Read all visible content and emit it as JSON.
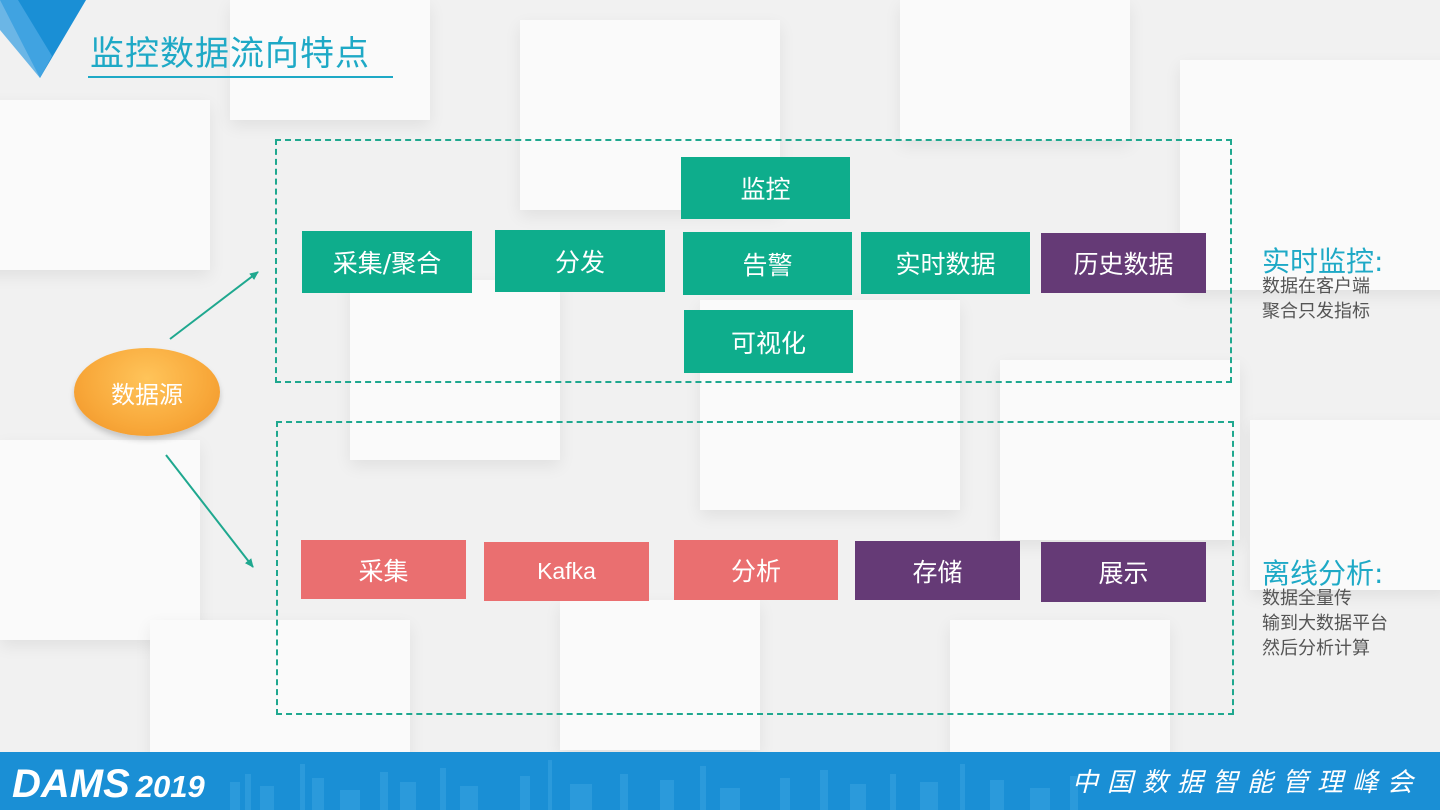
{
  "title": "监控数据流向特点",
  "source_node": "数据源",
  "realtime": {
    "nodes": {
      "collect": "采集/聚合",
      "distribute": "分发",
      "monitor": "监控",
      "alert": "告警",
      "visualize": "可视化",
      "realtime_data": "实时数据",
      "history_data": "历史数据"
    },
    "heading": "实时监控:",
    "desc": [
      "数据在客户端",
      "聚合只发指标"
    ]
  },
  "offline": {
    "nodes": {
      "collect": "采集",
      "kafka": "Kafka",
      "analyze": "分析",
      "store": "存储",
      "display": "展示"
    },
    "heading": "离线分析:",
    "desc": [
      "数据全量传",
      "输到大数据平台",
      "然后分析计算"
    ]
  },
  "footer": {
    "brand": "DAMS",
    "year": "2019",
    "slogan": "中国数据智能管理峰会"
  },
  "colors": {
    "teal": "#0ead8c",
    "purple": "#653a76",
    "salmon": "#ea6f70",
    "accent": "#1ea9c6",
    "footer": "#1a8fd5",
    "source": "#f8a83a"
  }
}
